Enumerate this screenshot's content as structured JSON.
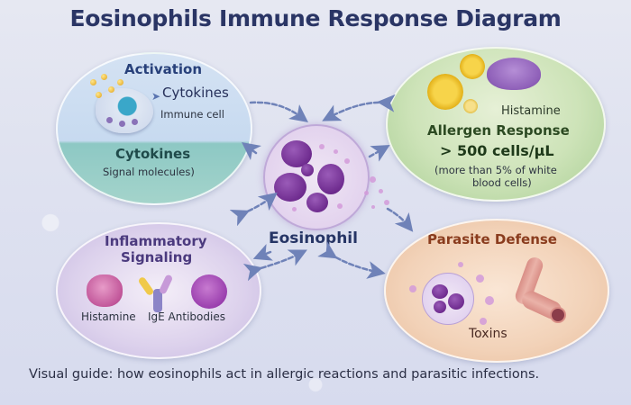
{
  "title": "Eosinophils Immune Response Diagram",
  "center": {
    "label": "Eosinophil",
    "icon": "eosinophil-cell-icon"
  },
  "panels": {
    "activation": {
      "heading": "Activation",
      "arrow_label": "Cytokines",
      "cell_label": "Immune cell",
      "band_heading": "Cytokines",
      "band_sub": "Signal molecules)",
      "icon": "immune-cell-icon",
      "color": "#c7daf0"
    },
    "allergen": {
      "top_label": "Histamine",
      "heading": "Allergen Response",
      "count": "> 500 cells/µL",
      "note_line1": "(more than 5% of white",
      "note_line2": "blood cells)",
      "icons": [
        "pollen-icon",
        "dust-mite-icon"
      ],
      "color": "#cde3b8"
    },
    "inflammatory": {
      "heading_line1": "Inflammatory",
      "heading_line2": "Signaling",
      "label_left": "Histamine",
      "label_right": "IgE Antibodies",
      "icons": [
        "histamine-granule-icon",
        "ige-antibody-icon",
        "mast-cell-icon"
      ],
      "color": "#dcd1ec"
    },
    "parasite": {
      "heading": "Parasite Defense",
      "label": "Toxins",
      "icons": [
        "eosinophil-cell-icon",
        "worm-parasite-icon"
      ],
      "color": "#f2d2b8"
    }
  },
  "caption": "Visual guide: how eosinophils act in allergic reactions and parasitic infections.",
  "colors": {
    "title": "#2a3565",
    "arrow": "#6f82b8",
    "background": "#dfe2f0"
  }
}
